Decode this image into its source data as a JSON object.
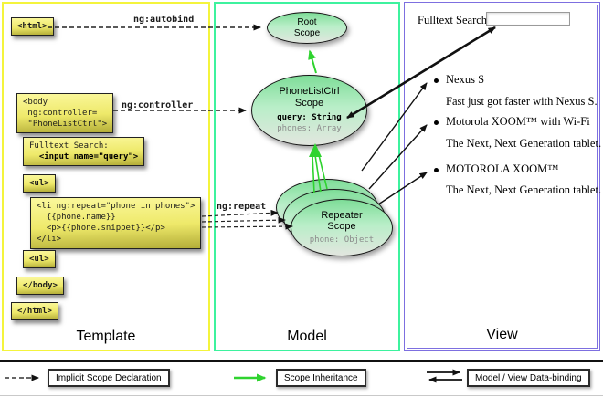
{
  "panels": {
    "template": {
      "label": "Template",
      "border_color": "#f4f43c"
    },
    "model": {
      "label": "Model",
      "border_color": "#3df29e"
    },
    "view": {
      "label": "View",
      "border_color": "#7d6fe0"
    }
  },
  "template": {
    "html_open": "<html>",
    "body_open_lines": [
      "<body",
      " ng:controller=",
      " \"PhoneListCtrl\">"
    ],
    "fulltext_label": "Fulltext Search:",
    "fulltext_input": "  <input name=\"query\">",
    "ul_open_1": "<ul>",
    "li_lines": [
      "<li ng:repeat=\"phone in phones\">",
      "  {{phone.name}}",
      "  <p>{{phone.snippet}}</p>",
      "</li>"
    ],
    "ul_open_2": "<ul>",
    "body_close": "</body>",
    "html_close": "</html>",
    "directive_labels": {
      "autobind": "ng:autobind",
      "controller": "ng:controller",
      "repeat": "ng:repeat"
    }
  },
  "model": {
    "root_scope": {
      "title": "Root\nScope"
    },
    "phonelist_scope": {
      "title": "PhoneListCtrl\nScope",
      "query_prop": "query: String",
      "phones_prop": "phones: Array"
    },
    "repeater_scope": {
      "title": "Repeater\nScope",
      "phone_prop": "phone: Object"
    }
  },
  "view": {
    "search_label": "Fulltext Search:",
    "search_value": "",
    "items": [
      {
        "name": "Nexus S",
        "snippet": "Fast just got faster with Nexus S."
      },
      {
        "name": "Motorola XOOM™ with Wi-Fi",
        "snippet": "The Next, Next Generation tablet."
      },
      {
        "name": "MOTOROLA XOOM™",
        "snippet": "The Next, Next Generation tablet."
      }
    ]
  },
  "legend": {
    "implicit": "Implicit Scope Declaration",
    "inheritance": "Scope Inheritance",
    "binding": "Model / View Data-binding"
  },
  "colors": {
    "scope_inheritance_green": "#2fd32f",
    "arrow_black": "#111111"
  }
}
